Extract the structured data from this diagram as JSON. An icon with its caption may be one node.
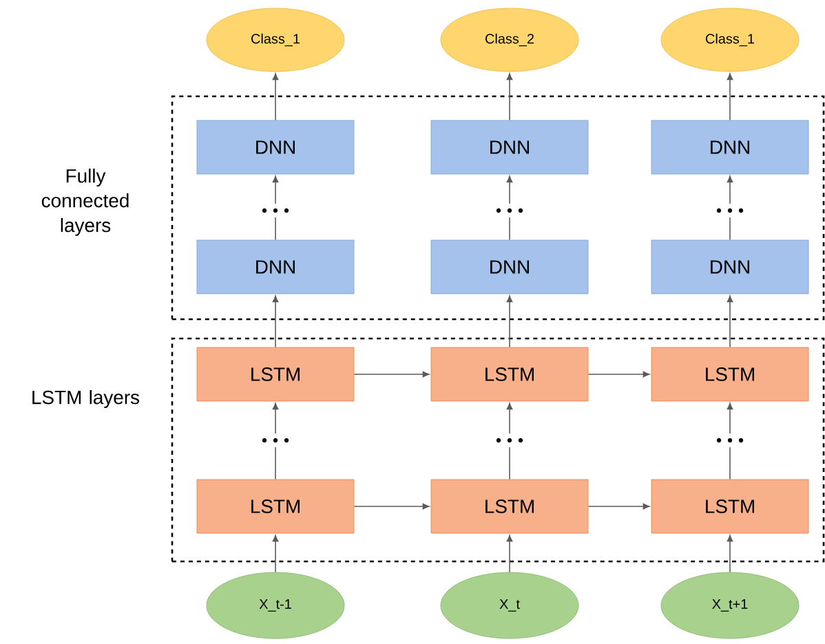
{
  "diagram": {
    "nodes": [
      {
        "text": [
          "Class_1"
        ]
      },
      {
        "text": [
          "Class_2"
        ]
      },
      {
        "text": [
          "Class_1"
        ]
      },
      {
        "text": [
          "Fully connected layers"
        ]
      },
      {
        "text": [
          "DNN"
        ],
        "in": 3
      },
      {
        "text": [
          "DNN"
        ],
        "in": 3
      },
      {
        "text": [
          "DNN"
        ],
        "in": 3
      },
      {
        "text": [
          "DNN"
        ],
        "in": 3
      },
      {
        "text": [
          "DNN"
        ],
        "in": 3
      },
      {
        "text": [
          "DNN"
        ],
        "in": 3
      },
      {
        "text": [
          "LSTM layers"
        ]
      },
      {
        "text": [
          "LSTM"
        ],
        "in": 10
      },
      {
        "text": [
          "LSTM"
        ],
        "in": 10
      },
      {
        "text": [
          "LSTM"
        ],
        "in": 10
      },
      {
        "text": [
          "LSTM"
        ],
        "in": 10
      },
      {
        "text": [
          "LSTM"
        ],
        "in": 10
      },
      {
        "text": [
          "LSTM"
        ],
        "in": 10
      },
      {
        "text": [
          "X_t-1"
        ]
      },
      {
        "text": [
          "X_t"
        ]
      },
      {
        "text": [
          "X_t+1"
        ]
      }
    ],
    "edges": [
      {
        "from": 17,
        "to": 14,
        "arrow": "to"
      },
      {
        "from": 18,
        "to": 15,
        "arrow": "to"
      },
      {
        "from": 19,
        "to": 16,
        "arrow": "to"
      },
      {
        "from": 14,
        "to": 15,
        "arrow": "to"
      },
      {
        "from": 15,
        "to": 16,
        "arrow": "to"
      },
      {
        "from": 14,
        "to": 11,
        "arrow": "to"
      },
      {
        "from": 15,
        "to": 12,
        "arrow": "to"
      },
      {
        "from": 16,
        "to": 13,
        "arrow": "to"
      },
      {
        "from": 11,
        "to": 12,
        "arrow": "to"
      },
      {
        "from": 12,
        "to": 13,
        "arrow": "to"
      },
      {
        "from": 11,
        "to": 7,
        "arrow": "to"
      },
      {
        "from": 12,
        "to": 8,
        "arrow": "to"
      },
      {
        "from": 13,
        "to": 9,
        "arrow": "to"
      },
      {
        "from": 7,
        "to": 4,
        "arrow": "to"
      },
      {
        "from": 8,
        "to": 5,
        "arrow": "to"
      },
      {
        "from": 9,
        "to": 6,
        "arrow": "to"
      },
      {
        "from": 4,
        "to": 0,
        "arrow": "to"
      },
      {
        "from": 5,
        "to": 1,
        "arrow": "to"
      },
      {
        "from": 6,
        "to": 2,
        "arrow": "to"
      }
    ]
  }
}
